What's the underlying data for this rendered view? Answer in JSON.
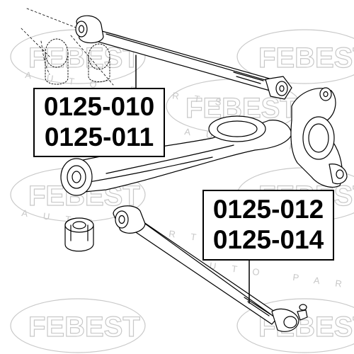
{
  "watermark": {
    "brand": "FEBEST",
    "tagline": "AUTO PARTS",
    "color": "#c8c8c8"
  },
  "labels": {
    "upper": {
      "line1": "0125-010",
      "line2": "0125-011"
    },
    "lower": {
      "line1": "0125-012",
      "line2": "0125-014"
    }
  },
  "colors": {
    "line": "#000000",
    "background": "#ffffff"
  }
}
